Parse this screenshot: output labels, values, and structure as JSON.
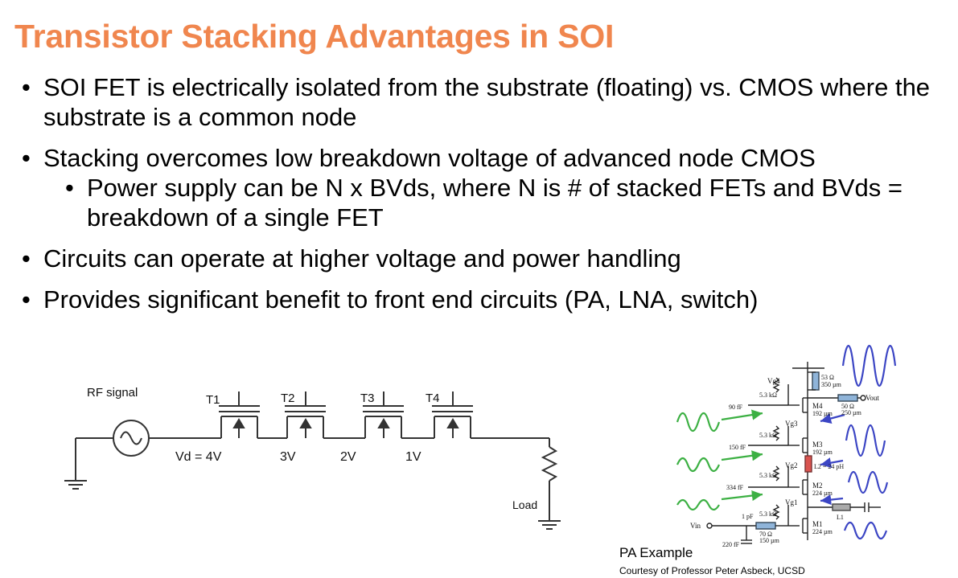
{
  "title": "Transistor Stacking Advantages in SOI",
  "bullets": {
    "b1": "SOI FET is electrically isolated from the substrate (floating) vs. CMOS where the substrate is a common node",
    "b2": "Stacking overcomes low breakdown voltage of advanced node CMOS",
    "b2_sub": "Power supply can be N x BVds, where N is # of stacked FETs and BVds = breakdown of a single FET",
    "b3": "Circuits can operate at higher voltage and power handling",
    "b4": "Provides significant benefit to front end circuits (PA, LNA, switch)"
  },
  "stack_diagram": {
    "rf_signal": "RF signal",
    "t1": "T1",
    "t2": "T2",
    "t3": "T3",
    "t4": "T4",
    "v1": "Vd =  4V",
    "v2": "3V",
    "v3": "2V",
    "v4": "1V",
    "load": "Load"
  },
  "pa_circuit": {
    "vout": "Vout",
    "vin": "Vin",
    "vg4": "Vg4",
    "vg3": "Vg3",
    "vg2": "Vg2",
    "vg1": "Vg1",
    "m4": "M4",
    "m4_size": "192 µm",
    "m3": "M3",
    "m3_size": "192 µm",
    "m2": "M2",
    "m2_size": "224 µm",
    "m1": "M1",
    "m1_size": "224 µm",
    "r_top": "53 Ω",
    "r_top_len": "350 µm",
    "r_out": "50 Ω",
    "r_out_len": "250 µm",
    "r_in": "70 Ω",
    "r_in_len": "150 µm",
    "l2": "L2 = 24 pH",
    "l1": "L1",
    "r_bias": "5.3 kΩ",
    "c90": "90 fF",
    "c150": "150 fF",
    "c334": "334 fF",
    "c1pf": "1 pF",
    "c220": "220 fF"
  },
  "caption": {
    "example": "PA Example",
    "credit": "Courtesy of Professor Peter Asbeck, UCSD"
  },
  "colors": {
    "title": "#f0864e",
    "input_wave": "#3cb043",
    "output_wave": "#3b45c4"
  }
}
